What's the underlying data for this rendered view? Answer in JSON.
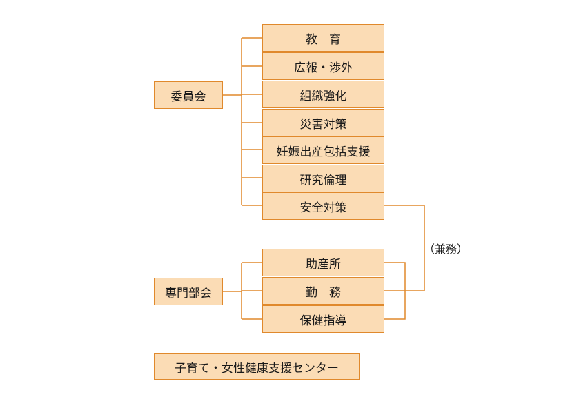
{
  "committee": {
    "label": "委員会",
    "items": [
      "教　育",
      "広報・渉外",
      "組織強化",
      "災害対策",
      "妊娠出産包括支援",
      "研究倫理",
      "安全対策"
    ]
  },
  "department": {
    "label": "専門部会",
    "items": [
      "助産所",
      "勤　務",
      "保健指導"
    ]
  },
  "concurrent_note": "（兼務）",
  "center": {
    "label": "子育て・女性健康支援センター"
  },
  "colors": {
    "box_fill": "#fbdcb5",
    "box_border": "#e0892c",
    "text": "#1a1a1a"
  }
}
